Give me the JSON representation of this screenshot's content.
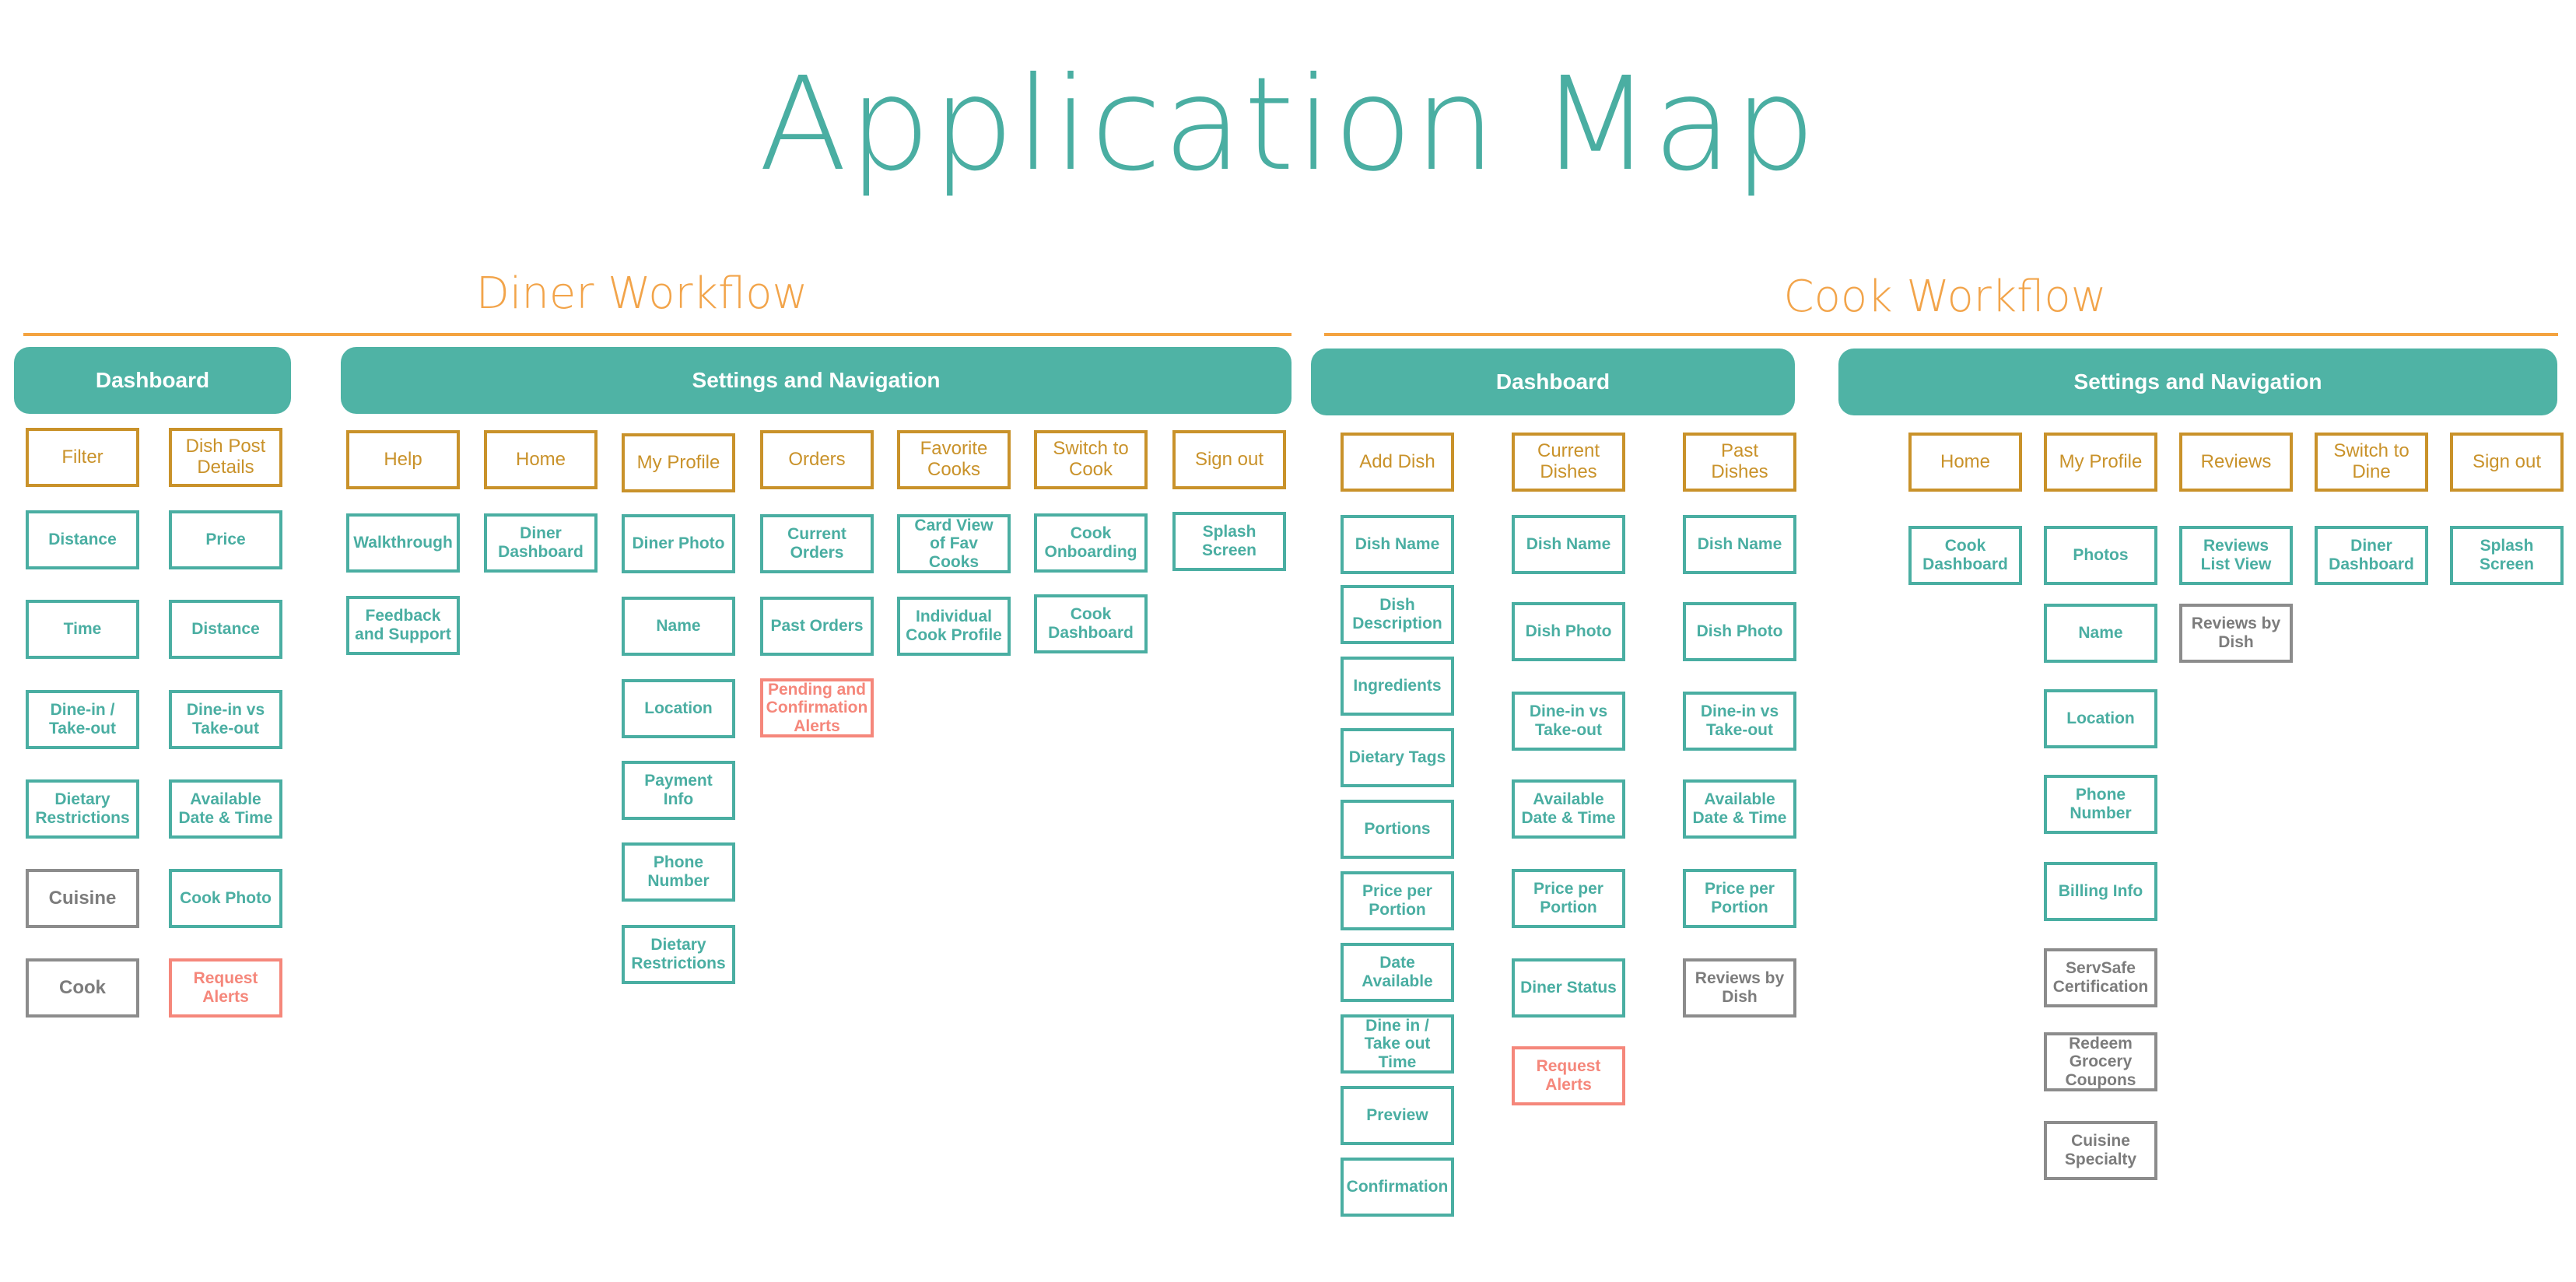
{
  "title": "Application Map",
  "diner": {
    "title": "Diner Workflow",
    "dashboard": {
      "header": "Dashboard",
      "col1": [
        "Filter",
        "Distance",
        "Time",
        "Dine-in / Take-out",
        "Dietary Restrictions",
        "Cuisine",
        "Cook"
      ],
      "col2": [
        "Dish Post Details",
        "Price",
        "Distance",
        "Dine-in vs Take-out",
        "Available Date & Time",
        "Cook Photo",
        "Request Alerts"
      ]
    },
    "settings": {
      "header": "Settings and Navigation",
      "columns": [
        [
          "Help",
          "Walkthrough",
          "Feedback and Support"
        ],
        [
          "Home",
          "Diner Dashboard"
        ],
        [
          "My Profile",
          "Diner Photo",
          "Name",
          "Location",
          "Payment Info",
          "Phone Number",
          "Dietary Restrictions"
        ],
        [
          "Orders",
          "Current Orders",
          "Past Orders",
          "Pending and Confirmation Alerts"
        ],
        [
          "Favorite Cooks",
          "Card View of Fav Cooks",
          "Individual Cook Profile"
        ],
        [
          "Switch to Cook",
          "Cook Onboarding",
          "Cook Dashboard"
        ],
        [
          "Sign out",
          "Splash Screen"
        ]
      ]
    }
  },
  "cook": {
    "title": "Cook Workflow",
    "dashboard": {
      "header": "Dashboard",
      "columns": [
        [
          "Add Dish",
          "Dish Name",
          "Dish Description",
          "Ingredients",
          "Dietary Tags",
          "Portions",
          "Price per Portion",
          "Date Available",
          "Dine in / Take out Time",
          "Preview",
          "Confirmation"
        ],
        [
          "Current Dishes",
          "Dish Name",
          "Dish Photo",
          "Dine-in vs Take-out",
          "Available Date & Time",
          "Price per Portion",
          "Diner Status",
          "Request Alerts"
        ],
        [
          "Past Dishes",
          "Dish Name",
          "Dish Photo",
          "Dine-in vs Take-out",
          "Available Date & Time",
          "Price per Portion",
          "Reviews by Dish"
        ]
      ]
    },
    "settings": {
      "header": "Settings and Navigation",
      "columns": [
        [
          "Home",
          "Cook Dashboard"
        ],
        [
          "My Profile",
          "Photos",
          "Name",
          "Location",
          "Phone Number",
          "Billing Info",
          "ServSafe Certification",
          "Redeem Grocery Coupons",
          "Cuisine Specialty"
        ],
        [
          "Reviews",
          "Reviews List View",
          "Reviews by Dish"
        ],
        [
          "Switch to Dine",
          "Diner Dashboard"
        ],
        [
          "Sign out",
          "Splash Screen"
        ]
      ]
    }
  },
  "colors": {
    "teal": "#4aaea2",
    "header_teal": "#4fb3a5",
    "gold": "#c9922a",
    "orange": "#f4a340",
    "gray": "#8c8c8c",
    "salmon": "#f5877b"
  }
}
